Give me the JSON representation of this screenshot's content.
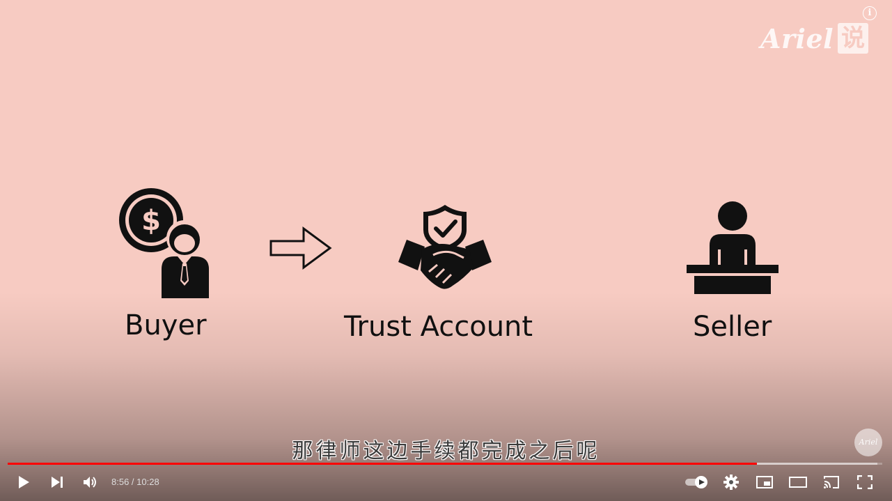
{
  "player": {
    "info_icon": "info-icon",
    "info_glyph": "i",
    "brand": {
      "text": "Ariel",
      "glyph": "说"
    },
    "watermark": "Ariel"
  },
  "slide": {
    "background": "#f7cbc2",
    "buyer": {
      "icon": "buyer-money-person-icon",
      "label": "Buyer"
    },
    "arrow": {
      "icon": "right-arrow-icon"
    },
    "trust": {
      "icon": "handshake-shield-icon",
      "label": "Trust Account"
    },
    "seller": {
      "icon": "seller-desk-person-icon",
      "label": "Seller"
    }
  },
  "subtitle": "那律师这边手续都完成之后呢",
  "progress": {
    "played_fraction": 0.8563,
    "buffered_fraction": 0.9944,
    "played_color": "#ff0000"
  },
  "controls": {
    "current_time": "8:56",
    "duration": "10:28",
    "time_display": "8:56 / 10:28",
    "left_icons": [
      "play-icon",
      "next-icon",
      "volume-icon"
    ],
    "right_icons": [
      "autoplay-toggle-icon",
      "settings-gear-icon",
      "miniplayer-icon",
      "theater-mode-icon",
      "cast-icon",
      "fullscreen-icon"
    ]
  }
}
